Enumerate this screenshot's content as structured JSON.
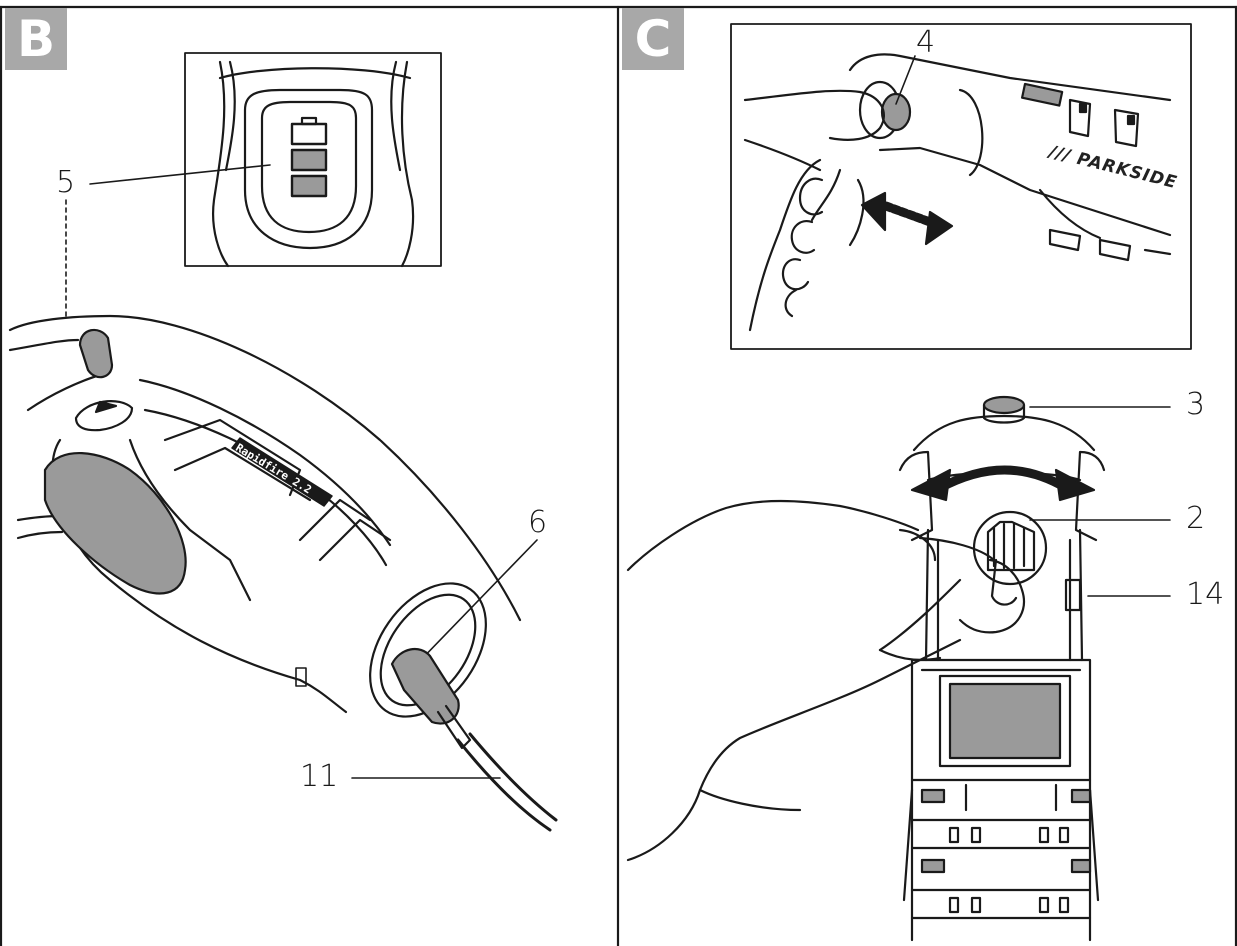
{
  "panels": [
    {
      "letter": "B"
    },
    {
      "letter": "C"
    }
  ],
  "callouts": {
    "b5": "5",
    "b6": "6",
    "b11": "11",
    "c4": "4",
    "c3": "3",
    "c2": "2",
    "c14": "14"
  },
  "device_label": "Rapidfire 2.2",
  "brand": "/// PARKSIDE"
}
